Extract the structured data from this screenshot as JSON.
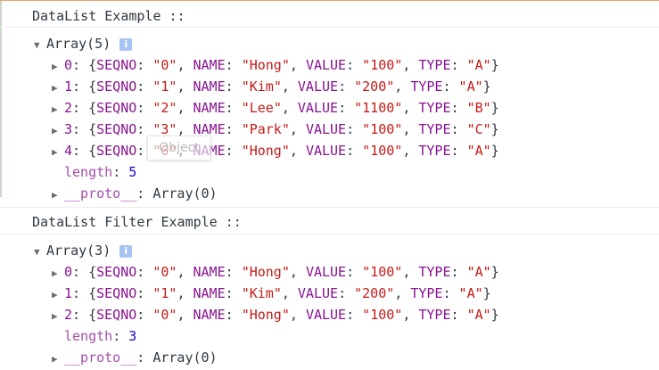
{
  "colors": {
    "string": "#c41a16",
    "key": "#881391",
    "number": "#1c00cf"
  },
  "icons": {
    "expanded": "triangle-down-icon",
    "collapsed": "triangle-right-icon",
    "info": "info-icon"
  },
  "groups": [
    {
      "title": "DataList Example ::",
      "array_label": "Array(5)",
      "info_label": "i",
      "items": [
        {
          "index": "0",
          "SEQNO": "0",
          "NAME": "Hong",
          "VALUE": "100",
          "TYPE": "A"
        },
        {
          "index": "1",
          "SEQNO": "1",
          "NAME": "Kim",
          "VALUE": "200",
          "TYPE": "A"
        },
        {
          "index": "2",
          "SEQNO": "2",
          "NAME": "Lee",
          "VALUE": "1100",
          "TYPE": "B"
        },
        {
          "index": "3",
          "SEQNO": "3",
          "NAME": "Park",
          "VALUE": "100",
          "TYPE": "C"
        },
        {
          "index": "4",
          "SEQNO": "0",
          "NAME": "Hong",
          "VALUE": "100",
          "TYPE": "A"
        }
      ],
      "length_label": "length",
      "length_value": "5",
      "proto_label": "__proto__",
      "proto_value": "Array(0)"
    },
    {
      "title": "DataList Filter Example ::",
      "array_label": "Array(3)",
      "info_label": "i",
      "items": [
        {
          "index": "0",
          "SEQNO": "0",
          "NAME": "Hong",
          "VALUE": "100",
          "TYPE": "A"
        },
        {
          "index": "1",
          "SEQNO": "1",
          "NAME": "Kim",
          "VALUE": "200",
          "TYPE": "A"
        },
        {
          "index": "2",
          "SEQNO": "0",
          "NAME": "Hong",
          "VALUE": "100",
          "TYPE": "A"
        }
      ],
      "length_label": "length",
      "length_value": "3",
      "proto_label": "__proto__",
      "proto_value": "Array(0)"
    }
  ],
  "tooltip": {
    "text": "Object"
  }
}
